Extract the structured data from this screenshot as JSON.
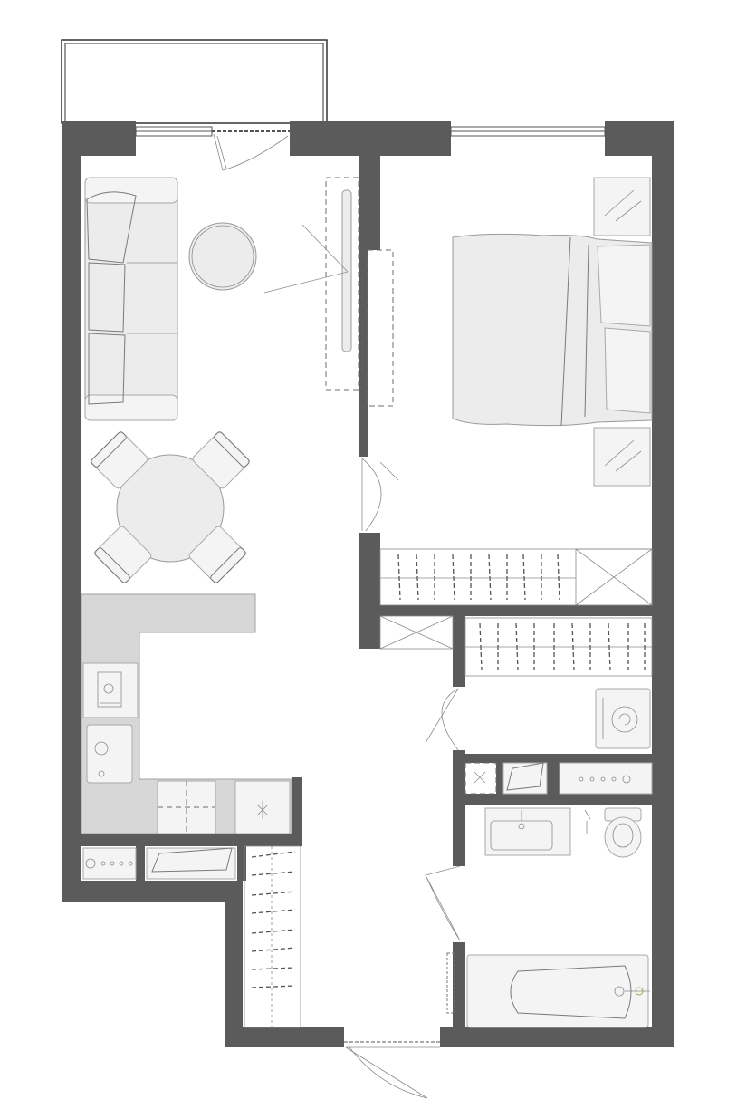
{
  "plan": {
    "colors": {
      "background": "#ffffff",
      "wall": "#5b5b5b",
      "furniture": "#ececec",
      "counter": "#d7d7d7",
      "lines": "#7a7a7a"
    },
    "rooms": [
      "balcony",
      "living-room",
      "bedroom",
      "kitchen",
      "hallway",
      "wardrobe",
      "laundry",
      "bathroom"
    ],
    "furniture": [
      "sofa",
      "round-coffee-table",
      "tv-panel",
      "dining-table",
      "dining-chair",
      "bed",
      "nightstand",
      "kitchen-counter",
      "hob",
      "sink",
      "oven",
      "fridge",
      "wardrobe-shelves",
      "washing-machine",
      "washbasin",
      "toilet",
      "bathtub"
    ]
  }
}
